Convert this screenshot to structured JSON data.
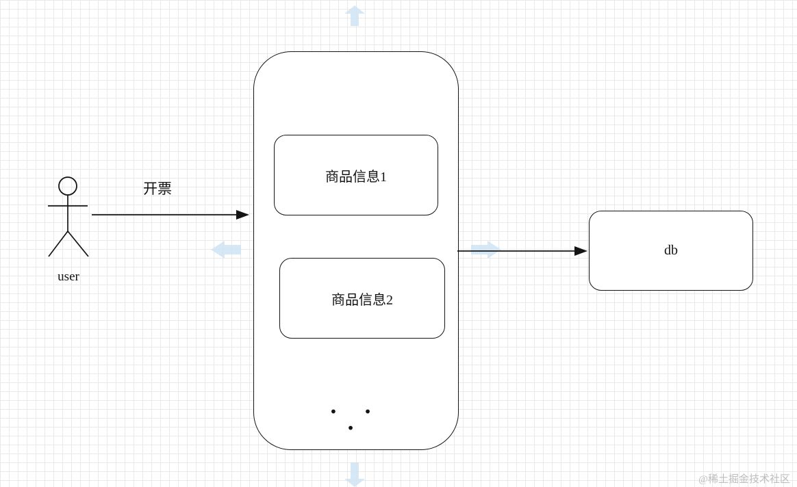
{
  "diagram": {
    "actor": {
      "label": "user"
    },
    "edge_user_to_container": {
      "label": "开票"
    },
    "container": {
      "box1": {
        "label": "商品信息1"
      },
      "box2": {
        "label": "商品信息2"
      },
      "ellipsis": "•  •  •"
    },
    "db": {
      "label": "db"
    }
  },
  "watermark": "@稀土掘金技术社区",
  "colors": {
    "stroke": "#141414",
    "shape_fill": "#ffffff",
    "grid_minor": "#e9e9e9",
    "grid_major": "#dcdcdc",
    "pan_arrow": "#cfe3f5",
    "watermark": "#bdbdbd"
  }
}
